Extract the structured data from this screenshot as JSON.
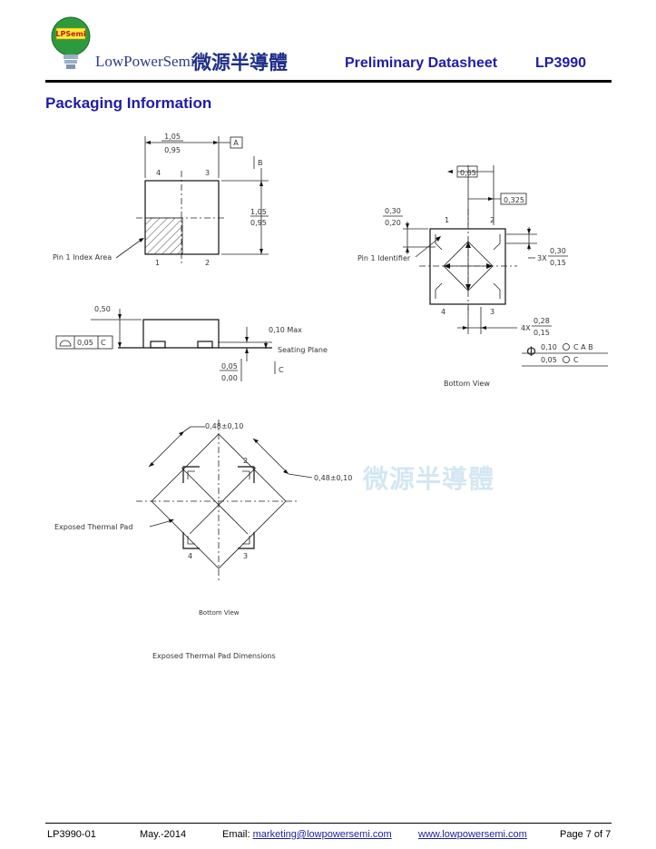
{
  "header": {
    "logo_badge": "LPSemi",
    "company": "LowPowerSemi",
    "company_chinese": "微源半導體",
    "doc_type": "Preliminary Datasheet",
    "part_number": "LP3990"
  },
  "section": {
    "title": "Packaging Information"
  },
  "top_view": {
    "width_max": "1,05",
    "width_min": "0,95",
    "datum_a": "A",
    "datum_b": "B",
    "height_max": "1,05",
    "height_min": "0,95",
    "pins": [
      "4",
      "3",
      "1",
      "2"
    ],
    "pin1_label": "Pin 1 Index Area"
  },
  "side_view": {
    "height": "0,50",
    "flatness": "0,05",
    "flatness_datum": "C",
    "max_dim": "0,10 Max",
    "seating_plane": "Seating Plane",
    "standoff_max": "0,05",
    "standoff_min": "0,00",
    "datum_c": "C"
  },
  "bottom_view": {
    "pitch": "0,65",
    "half_pitch": "0,325",
    "len_max": "0,30",
    "len_min": "0,20",
    "pin1_label": "Pin 1 Identifier",
    "three_x": "3X",
    "pad_len_max": "0,30",
    "pad_len_min": "0,15",
    "four_x": "4X",
    "pad_w_max": "0,28",
    "pad_w_min": "0,15",
    "tol1": "0,10",
    "tol1_datum": "C A B",
    "tol2": "0,05",
    "tol2_datum": "C",
    "pins": [
      "1",
      "2",
      "4",
      "3"
    ],
    "caption": "Bottom View"
  },
  "thermal_pad": {
    "dim1": "0,48±0,10",
    "dim2": "0,48±0,10",
    "label": "Exposed Thermal Pad",
    "pins": [
      "2",
      "4",
      "3"
    ],
    "caption": "Bottom View",
    "title": "Exposed Thermal Pad Dimensions"
  },
  "watermark": "微源半導體",
  "footer": {
    "doc_id": "LP3990-01",
    "date": "May.-2014",
    "email_label": "Email:",
    "email": "marketing@lowpowersemi.com",
    "website": "www.lowpowersemi.com",
    "page": "Page 7 of 7"
  },
  "colors": {
    "brand_blue": "#1f1ca8",
    "logo_green": "#2e9a3e",
    "watermark": "#d3e7f3"
  }
}
